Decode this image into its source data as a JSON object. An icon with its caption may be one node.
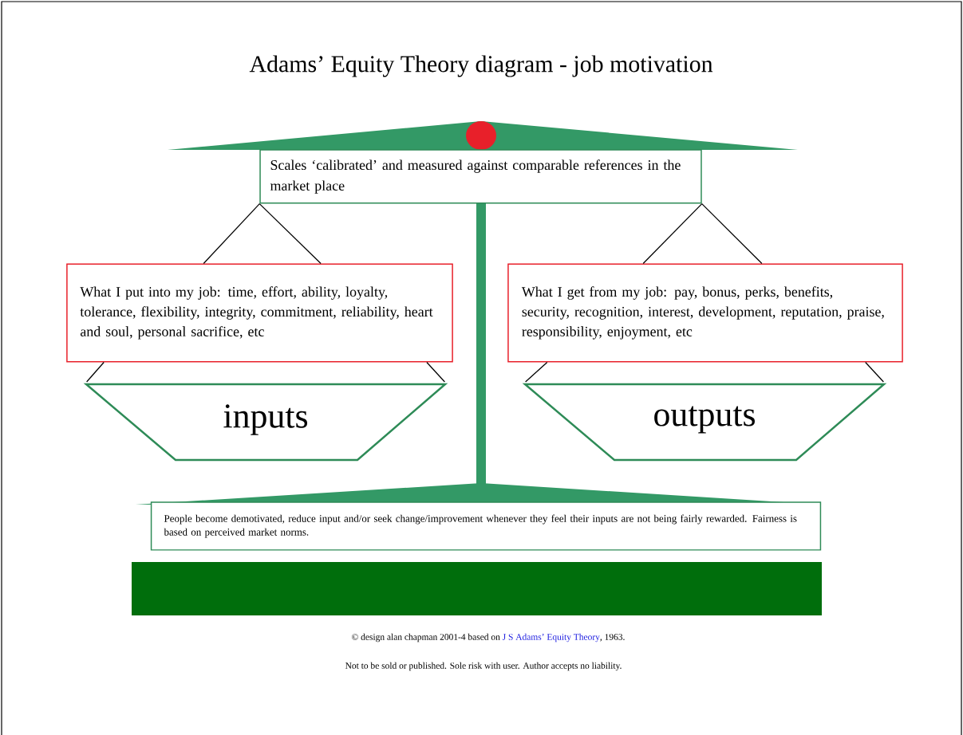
{
  "diagram": {
    "title": "Adams’ Equity Theory diagram - job motivation",
    "nodes": [
      {
        "text": [
          "Scales ‘calibrated’ and measured against comparable references in the market place"
        ]
      },
      {
        "text": [
          "What I put into my job: time, effort, ability, loyalty, tolerance, flexibility, integrity, commitment, reliability, heart and soul, personal sacrifice, etc"
        ]
      },
      {
        "text": [
          "What I get from my job: pay, bonus, perks, benefits, security, recognition, interest, development, reputation, praise, responsibility, enjoyment, etc"
        ]
      },
      {
        "text": [
          "inputs"
        ]
      },
      {
        "text": [
          "outputs"
        ]
      },
      {
        "text": [
          "People become demotivated, reduce input and/or seek change/improvement whenever they feel their inputs are not being fairly rewarded. Fairness is based on perceived market norms."
        ]
      }
    ],
    "edges": [
      {
        "from": 0,
        "to": 1,
        "arrow": "none"
      },
      {
        "from": 0,
        "to": 1,
        "arrow": "none"
      },
      {
        "from": 0,
        "to": 2,
        "arrow": "none"
      },
      {
        "from": 0,
        "to": 2,
        "arrow": "none"
      },
      {
        "from": 1,
        "to": 3,
        "arrow": "none"
      },
      {
        "from": 1,
        "to": 3,
        "arrow": "none"
      },
      {
        "from": 2,
        "to": 4,
        "arrow": "none"
      },
      {
        "from": 2,
        "to": 4,
        "arrow": "none"
      }
    ],
    "labels": [
      "© design alan chapman 2001-4 based on",
      "J S Adams’ Equity Theory",
      ", 1963.",
      "Not to be sold or published. Sole risk with user. Author accepts no liability."
    ]
  }
}
